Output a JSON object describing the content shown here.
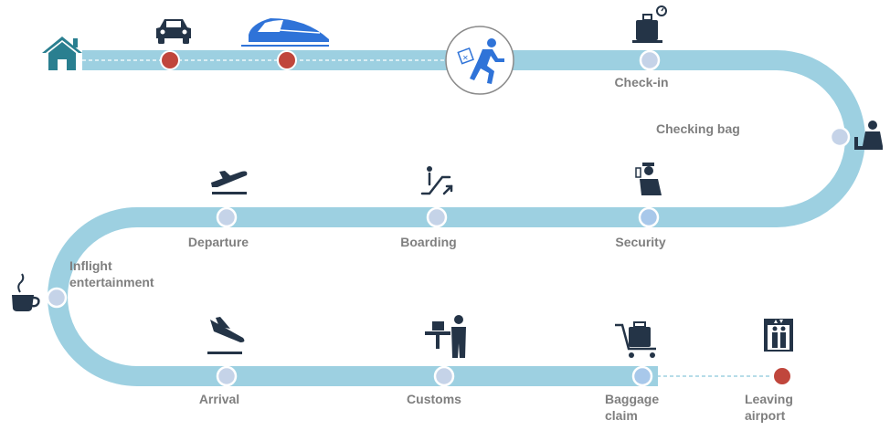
{
  "colors": {
    "track": "#9dd0e1",
    "dot_blue_fill": "#a8c8ea",
    "dot_blue_stroke": "#ffffff",
    "dot_red_fill": "#c0463c",
    "icon_dark": "#243447",
    "icon_teal": "#2a7f90",
    "icon_blue": "#2f73d8",
    "label": "#7f7f7f"
  },
  "steps": [
    {
      "id": "home",
      "label": "",
      "icon": "house-icon",
      "dot": "none"
    },
    {
      "id": "car",
      "label": "",
      "icon": "car-icon",
      "dot": "red"
    },
    {
      "id": "train",
      "label": "",
      "icon": "train-icon",
      "dot": "red"
    },
    {
      "id": "hurry",
      "label": "",
      "icon": "running-traveler-icon",
      "dot": "none"
    },
    {
      "id": "checkin",
      "label": "Check-in",
      "icon": "suitcase-icon",
      "dot": "blue"
    },
    {
      "id": "checkingbag",
      "label": "Checking bag",
      "icon": "check-in-agent-icon",
      "dot": "blue"
    },
    {
      "id": "security",
      "label": "Security",
      "icon": "security-officer-icon",
      "dot": "blue"
    },
    {
      "id": "boarding",
      "label": "Boarding",
      "icon": "escalator-icon",
      "dot": "blue"
    },
    {
      "id": "departure",
      "label": "Departure",
      "icon": "plane-departure-icon",
      "dot": "blue"
    },
    {
      "id": "inflight",
      "label": "Inflight\nentertainment",
      "icon": "coffee-cup-icon",
      "dot": "blue"
    },
    {
      "id": "arrival",
      "label": "Arrival",
      "icon": "plane-arrival-icon",
      "dot": "blue"
    },
    {
      "id": "customs",
      "label": "Customs",
      "icon": "customs-officer-icon",
      "dot": "blue"
    },
    {
      "id": "baggage",
      "label": "Baggage\nclaim",
      "icon": "luggage-cart-icon",
      "dot": "blue"
    },
    {
      "id": "leaving",
      "label": "Leaving\nairport",
      "icon": "elevator-icon",
      "dot": "red"
    }
  ]
}
